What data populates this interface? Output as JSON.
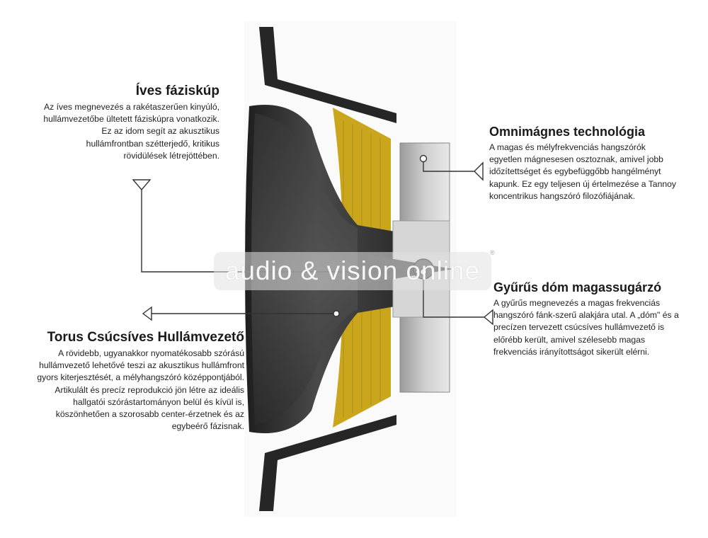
{
  "callouts": {
    "faziskup": {
      "title": "Íves fáziskúp",
      "body": "Az íves megnevezés a rakétaszerűen kinyúló, hullámvezetőbe ültetett fáziskúpra vonatkozik. Ez az idom segít az akusztikus hullámfrontban szétterjedő, kritikus rövidülések létrejöttében."
    },
    "omni": {
      "title": "Omnimágnes technológia",
      "body": "A magas és mélyfrekvenciás hangszórók egyetlen mágnesesen osztoznak, amivel jobb időzítettséget és egybefüggőbb hangélményt kapunk. Ez egy teljesen új értelmezése a Tannoy koncentrikus hangszóró filozófiájának."
    },
    "gyurus": {
      "title": "Gyűrűs dóm magassugárzó",
      "body": "A gyűrűs megnevezés a magas frekvenciás hangszóró fánk-szerű alakjára utal. A „dóm\" és a precízen tervezett csúcsíves hullámvezető is előrébb került, amivel szélesebb magas frekvenciás irányítottságot sikerült elérni."
    },
    "torus": {
      "title": "Torus Csúcsíves Hullámvezető",
      "body": "A rövidebb, ugyanakkor nyomatékosabb szórású hullámvezető lehetővé teszi az akusztikus hullámfront gyors kiterjesztését, a mélyhangszóró középpontjából. Artikulált és precíz reprodukció jön létre az ideális hallgatói szórástartományon belül és kívül is, köszönhetően a szorosabb center-érzetnek és az egybeérő fázisnak."
    }
  },
  "watermark": {
    "text": "audio & vision online",
    "mark": "®"
  },
  "colors": {
    "cone": "#2b2b2b",
    "yellow_fibers": "#c9a61c",
    "magnet": "#bdbdbd",
    "lines": "#333333"
  }
}
